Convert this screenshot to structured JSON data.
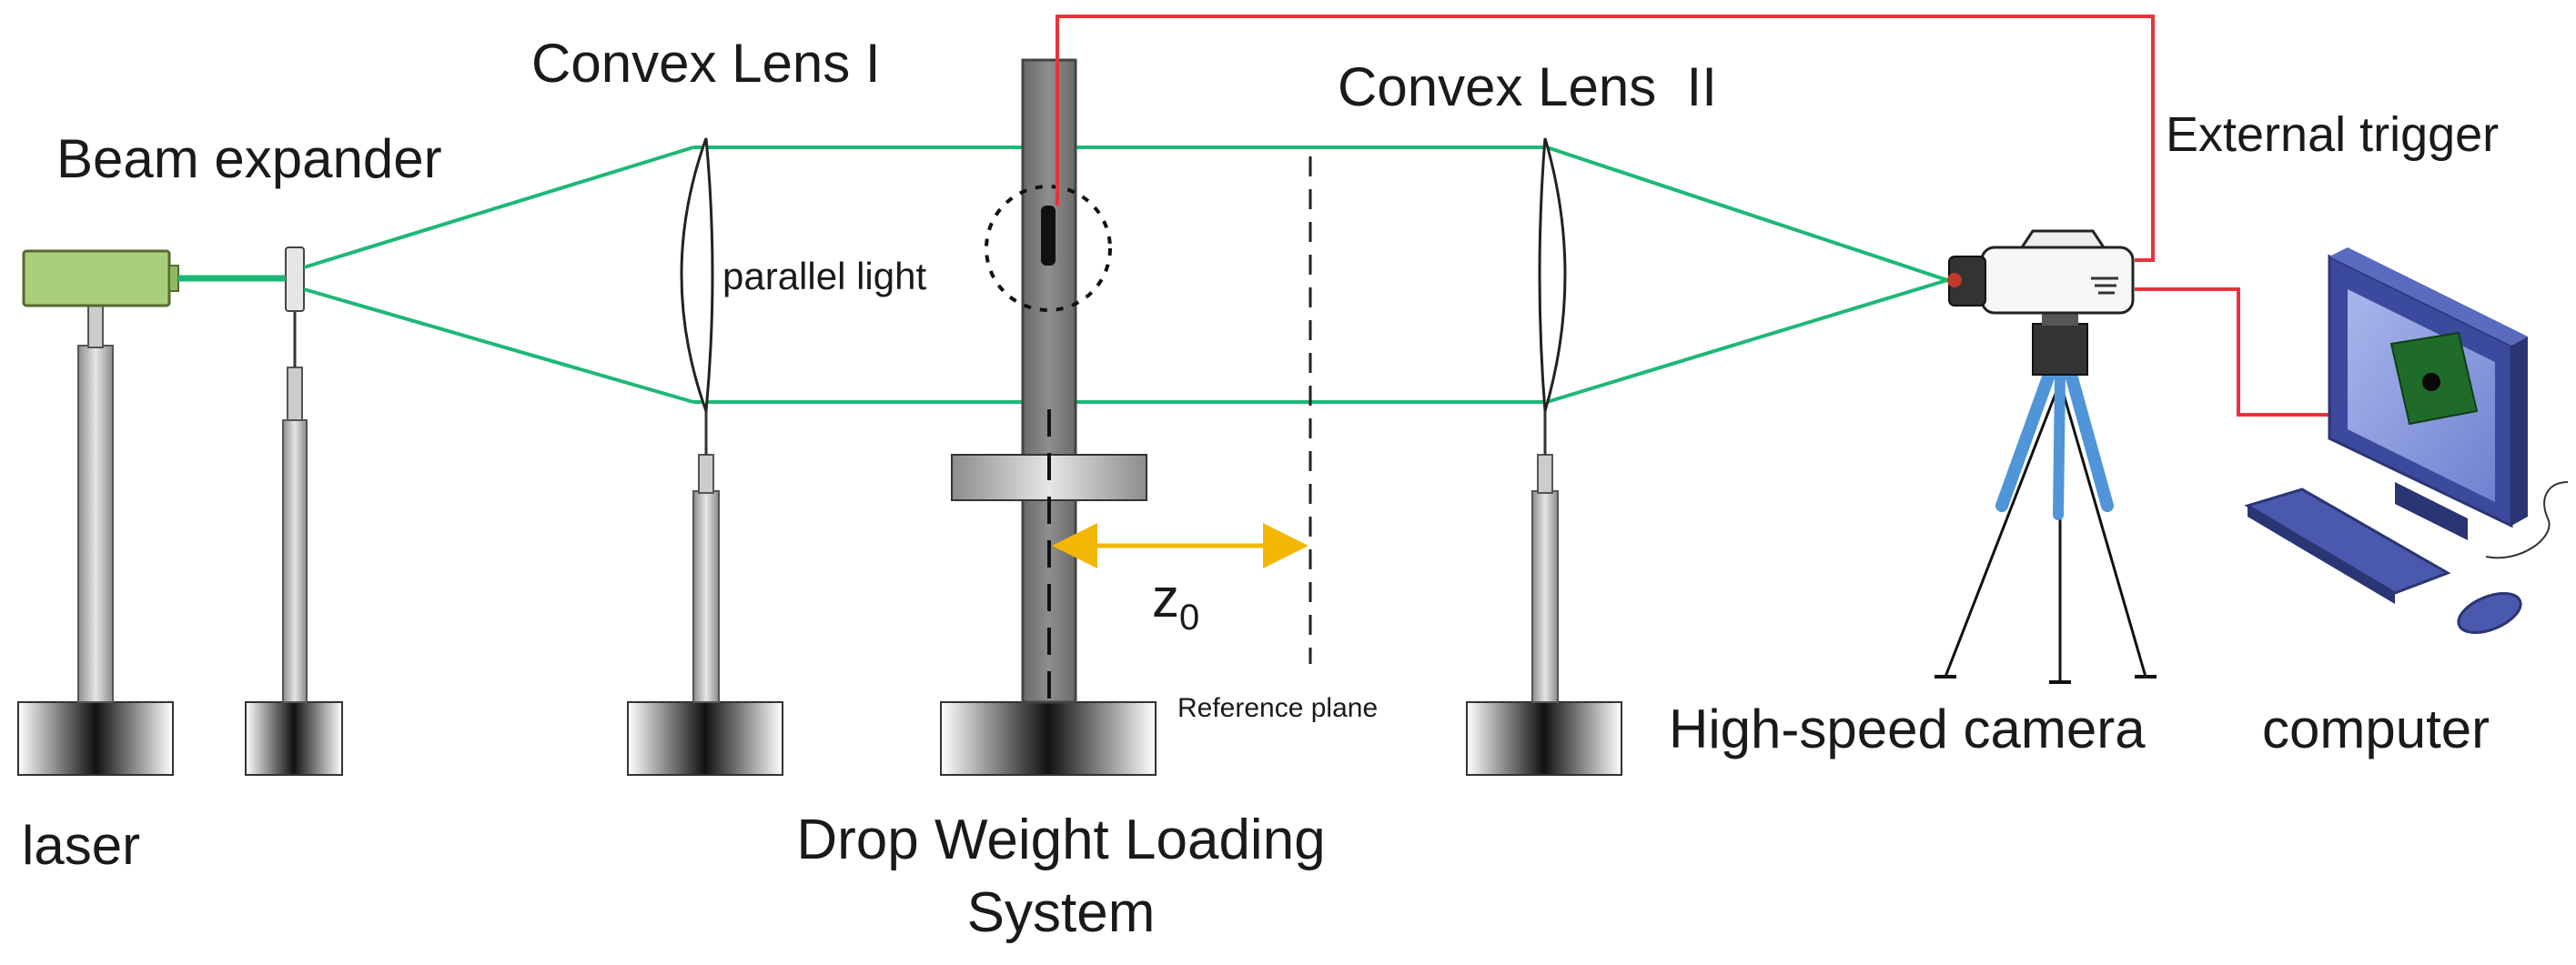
{
  "labels": {
    "beam_expander": "Beam expander",
    "convex_lens_1": "Convex Lens I",
    "convex_lens_2": "Convex Lens  II",
    "external_trigger": "External trigger",
    "parallel_light": "parallel light",
    "z0_main": "z",
    "z0_sub": "0",
    "reference_plane": "Reference plane",
    "high_speed_camera": "High-speed camera",
    "computer": "computer",
    "laser": "laser",
    "drop_weight_line1": "Drop Weight Loading",
    "drop_weight_line2": "System"
  },
  "colors": {
    "beam": "#1db877",
    "trigger_wire": "#e8333a",
    "z0_arrow": "#f2b705",
    "laser_body": "#a9cf7a",
    "drop_column": "#7d7d7d",
    "tripod_legs": "#4f95d8",
    "monitor": "#3b4a9c",
    "screen": "#8ea0e0",
    "specimen": "#1f6b2a"
  },
  "icons": {
    "laser": "laser-emitter-icon",
    "camera": "high-speed-camera-icon",
    "computer": "desktop-computer-icon"
  }
}
